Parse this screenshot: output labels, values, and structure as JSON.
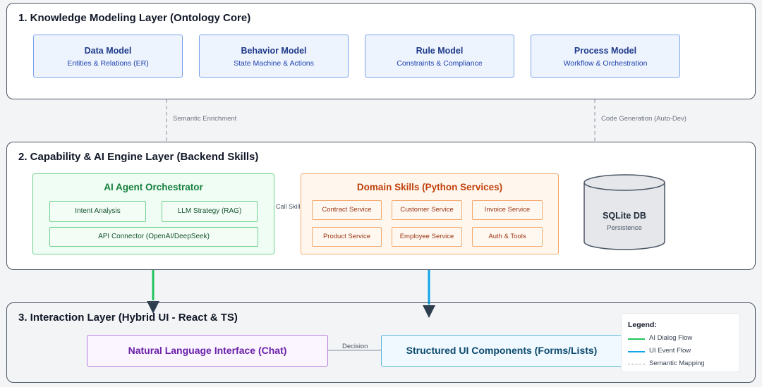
{
  "layers": {
    "knowledge": {
      "title": "1. Knowledge Modeling Layer (Ontology Core)",
      "models": [
        {
          "title": "Data Model",
          "subtitle": "Entities & Relations (ER)"
        },
        {
          "title": "Behavior Model",
          "subtitle": "State Machine & Actions"
        },
        {
          "title": "Rule Model",
          "subtitle": "Constraints & Compliance"
        },
        {
          "title": "Process Model",
          "subtitle": "Workflow & Orchestration"
        }
      ]
    },
    "capability": {
      "title": "2. Capability & AI Engine Layer (Backend Skills)",
      "orchestrator": {
        "title": "AI Agent Orchestrator",
        "chips": [
          "Intent Analysis",
          "LLM Strategy (RAG)",
          "API Connector (OpenAI/DeepSeek)"
        ]
      },
      "domain_skills": {
        "title": "Domain Skills (Python Services)",
        "services": [
          "Contract Service",
          "Customer Service",
          "Invoice Service",
          "Product Service",
          "Employee Service",
          "Auth & Tools"
        ]
      },
      "database": {
        "title": "SQLite DB",
        "subtitle": "Persistence"
      }
    },
    "interaction": {
      "title": "3. Interaction Layer (Hybrid UI - React & TS)",
      "chat_box": "Natural Language Interface (Chat)",
      "structured_box": "Structured UI Components (Forms/Lists)"
    }
  },
  "connectors": {
    "semantic_enrichment": "Semantic Enrichment",
    "code_generation": "Code Generation (Auto-Dev)",
    "call_skill": "Call Skill",
    "decision": "Decision"
  },
  "legend": {
    "title": "Legend:",
    "items": [
      {
        "label": "AI Dialog Flow",
        "color": "#22c55e",
        "style": "solid"
      },
      {
        "label": "UI Event Flow",
        "color": "#0ea5e9",
        "style": "solid"
      },
      {
        "label": "Semantic Mapping",
        "color": "#9ca3af",
        "style": "dashed"
      }
    ]
  },
  "colors": {
    "model_border": "#7aa3ea",
    "orchestrator_border": "#6fd18c",
    "skills_border": "#f3a96c",
    "chat_border": "#b77ee0",
    "structured_border": "#58b7db",
    "arrow_dark": "#374151"
  }
}
